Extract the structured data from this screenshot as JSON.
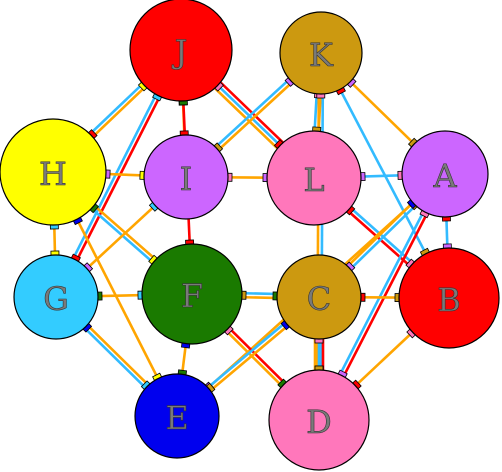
{
  "nodes": [
    {
      "id": "J",
      "label": "J",
      "color": "#ff0000"
    },
    {
      "id": "K",
      "label": "K",
      "color": "#cc9910"
    },
    {
      "id": "H",
      "label": "H",
      "color": "#ffff00"
    },
    {
      "id": "I",
      "label": "I",
      "color": "#cc66ff"
    },
    {
      "id": "L",
      "label": "L",
      "color": "#ff77bb"
    },
    {
      "id": "A",
      "label": "A",
      "color": "#cc66ff"
    },
    {
      "id": "G",
      "label": "G",
      "color": "#33ccff"
    },
    {
      "id": "F",
      "label": "F",
      "color": "#1a7a00"
    },
    {
      "id": "C",
      "label": "C",
      "color": "#cc9910"
    },
    {
      "id": "B",
      "label": "B",
      "color": "#ff0000"
    },
    {
      "id": "E",
      "label": "E",
      "color": "#0000ee"
    },
    {
      "id": "D",
      "label": "D",
      "color": "#ff77bb"
    }
  ],
  "edges": [
    {
      "from": "J",
      "to": "H",
      "colors": [
        "#ffa500",
        "#33bbff"
      ]
    },
    {
      "from": "J",
      "to": "I",
      "colors": [
        "#ffa500"
      ]
    },
    {
      "from": "J",
      "to": "L",
      "colors": [
        "#ff0000",
        "#33bbff",
        "#ffa500"
      ]
    },
    {
      "from": "J",
      "to": "G",
      "colors": [
        "#ff0000",
        "#33bbff"
      ]
    },
    {
      "from": "J",
      "to": "F",
      "colors": [
        "#ff0000"
      ]
    },
    {
      "from": "K",
      "to": "I",
      "colors": [
        "#ffa500",
        "#33bbff"
      ]
    },
    {
      "from": "K",
      "to": "L",
      "colors": [
        "#ffa500",
        "#33bbff"
      ]
    },
    {
      "from": "K",
      "to": "A",
      "colors": [
        "#ffa500"
      ]
    },
    {
      "from": "K",
      "to": "B",
      "colors": [
        "#33bbff"
      ]
    },
    {
      "from": "K",
      "to": "D",
      "colors": [
        "#33bbff",
        "#ffa500"
      ]
    },
    {
      "from": "H",
      "to": "I",
      "colors": [
        "#ffa500"
      ]
    },
    {
      "from": "H",
      "to": "G",
      "colors": [
        "#ffa500"
      ]
    },
    {
      "from": "H",
      "to": "F",
      "colors": [
        "#ffa500",
        "#33bbff"
      ]
    },
    {
      "from": "H",
      "to": "E",
      "colors": [
        "#ffa500"
      ]
    },
    {
      "from": "I",
      "to": "L",
      "colors": [
        "#ffa500"
      ]
    },
    {
      "from": "I",
      "to": "G",
      "colors": [
        "#ffa500"
      ]
    },
    {
      "from": "L",
      "to": "A",
      "colors": [
        "#33bbff"
      ]
    },
    {
      "from": "L",
      "to": "B",
      "colors": [
        "#33bbff",
        "#ff0000"
      ]
    },
    {
      "from": "A",
      "to": "C",
      "colors": [
        "#33bbff",
        "#ffa500"
      ]
    },
    {
      "from": "A",
      "to": "B",
      "colors": [
        "#33bbff"
      ]
    },
    {
      "from": "A",
      "to": "D",
      "colors": [
        "#ff0000",
        "#33bbff"
      ]
    },
    {
      "from": "A",
      "to": "E",
      "colors": [
        "#ffa500"
      ]
    },
    {
      "from": "G",
      "to": "F",
      "colors": [
        "#ffa500"
      ]
    },
    {
      "from": "G",
      "to": "E",
      "colors": [
        "#ffa500",
        "#33bbff"
      ]
    },
    {
      "from": "F",
      "to": "C",
      "colors": [
        "#33bbff",
        "#ffa500"
      ]
    },
    {
      "from": "F",
      "to": "E",
      "colors": [
        "#ffa500"
      ]
    },
    {
      "from": "F",
      "to": "D",
      "colors": [
        "#ff0000",
        "#ffa500"
      ]
    },
    {
      "from": "C",
      "to": "B",
      "colors": [
        "#ffa500"
      ]
    },
    {
      "from": "C",
      "to": "D",
      "colors": [
        "#ff0000",
        "#33bbff",
        "#ffa500"
      ]
    },
    {
      "from": "C",
      "to": "E",
      "colors": [
        "#ffa500",
        "#33bbff"
      ]
    },
    {
      "from": "B",
      "to": "D",
      "colors": [
        "#ffa500"
      ]
    }
  ]
}
